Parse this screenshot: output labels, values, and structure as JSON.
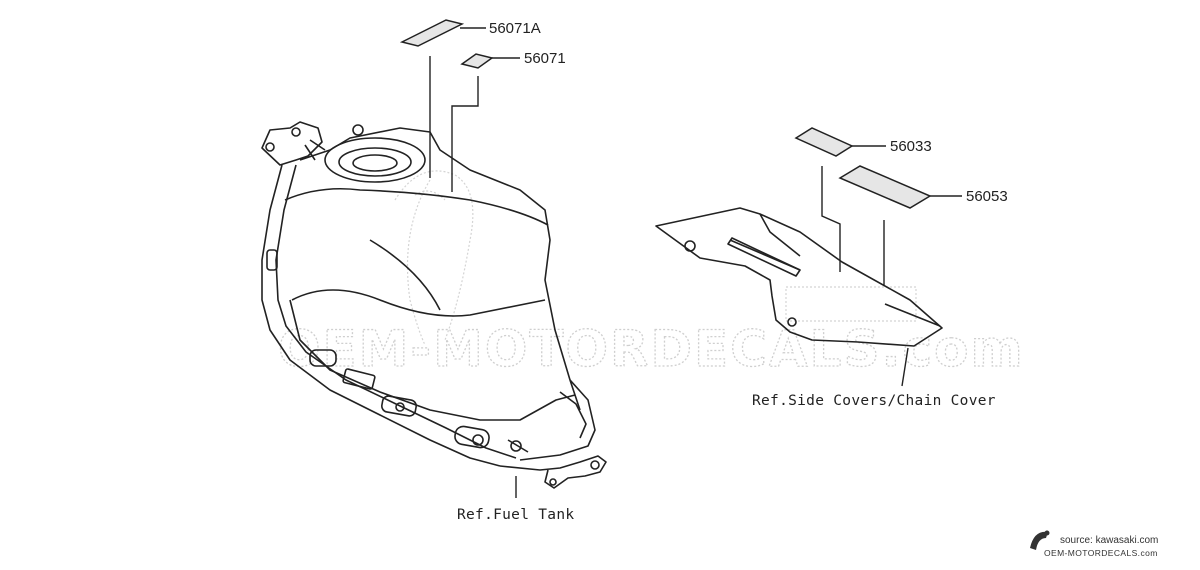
{
  "parts": {
    "p56071a": "56071A",
    "p56071": "56071",
    "p56033": "56033",
    "p56053": "56053"
  },
  "refs": {
    "side_covers": "Ref.Side Covers/Chain Cover",
    "fuel_tank": "Ref.Fuel Tank"
  },
  "watermark": "OEM-MOTORDECALS.com",
  "source": {
    "line": "source: kawasaki.com",
    "brand": "OEM-MOTORDECALS.com"
  },
  "colors": {
    "line": "#222222",
    "watermark": "#cfcfcf",
    "decal_fill": "#e6e6e6"
  }
}
